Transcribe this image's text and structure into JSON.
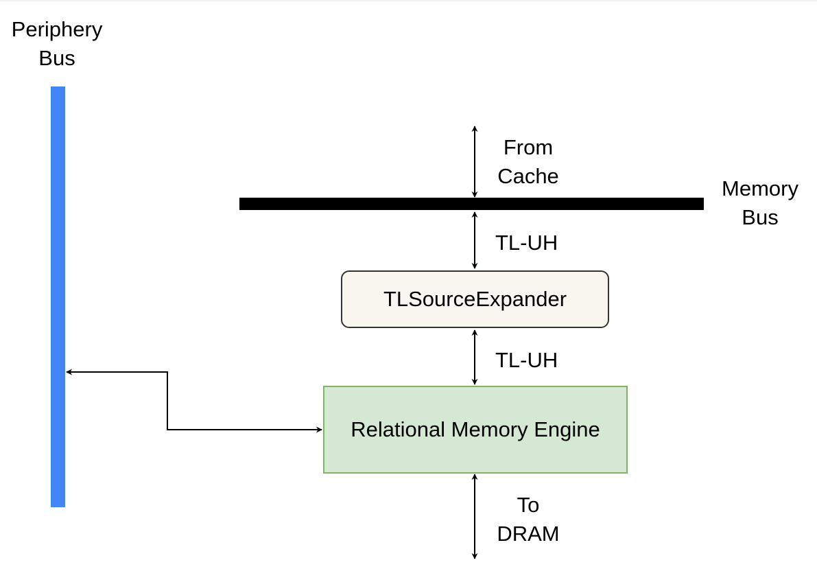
{
  "labels": {
    "periphery_bus": "Periphery\nBus",
    "memory_bus": "Memory\nBus",
    "from_cache": "From\nCache",
    "tl_uh_upper": "TL-UH",
    "tl_uh_lower": "TL-UH",
    "to_dram": "To\nDRAM"
  },
  "blocks": {
    "tl_source_expander": "TLSourceExpander",
    "relational_memory_engine": "Relational Memory Engine"
  },
  "colors": {
    "periphery_bus": "#4285f4",
    "memory_bus": "#000000",
    "tl_source_fill": "#f8f6ef",
    "rme_fill": "#d5e8d4",
    "rme_border": "#82b366",
    "arrow": "#000000"
  }
}
